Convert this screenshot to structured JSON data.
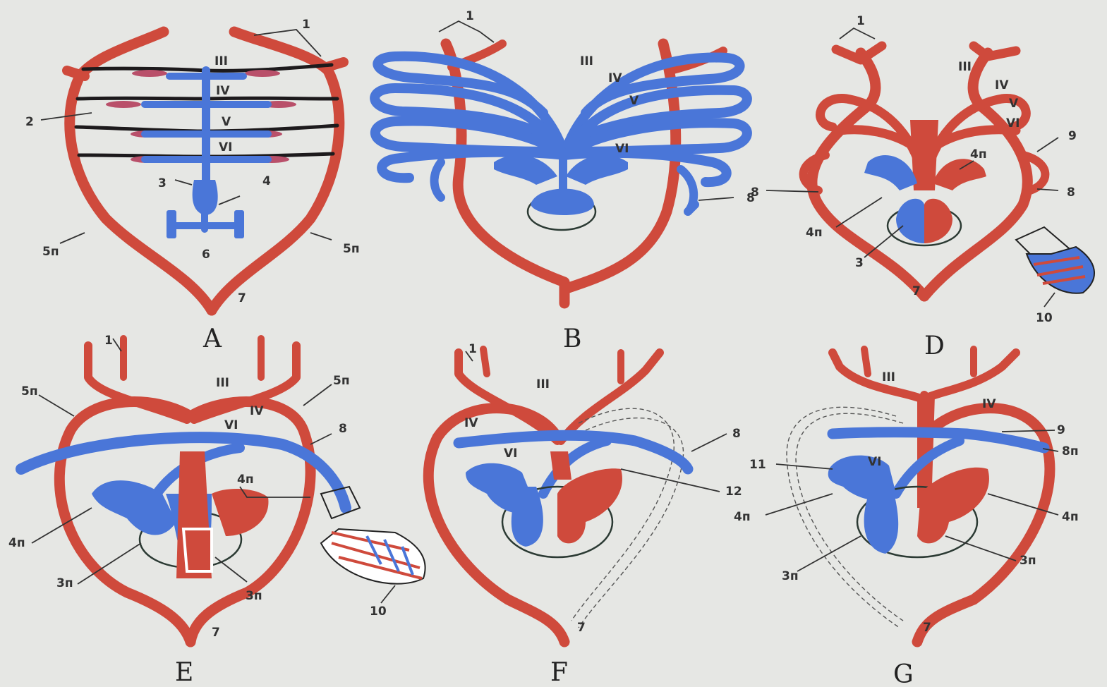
{
  "colors": {
    "arterial": "#cf4a3c",
    "venous": "#4a76d8",
    "dark_vessel": "#1d1a1c",
    "background": "#e6e7e4"
  },
  "panels": [
    {
      "caption": "A",
      "labels": {
        "l1": "1",
        "l2": "2",
        "l3": "3",
        "l4": "4",
        "l5a": "5п",
        "l5b": "5п",
        "l6": "6",
        "l7": "7",
        "r3": "III",
        "r4": "IV",
        "r5": "V",
        "r6": "VI"
      }
    },
    {
      "caption": "B",
      "labels": {
        "l1": "1",
        "l8": "8",
        "r3": "III",
        "r4": "IV",
        "r5": "V",
        "r6": "VI"
      }
    },
    {
      "caption": "D",
      "labels": {
        "l1": "1",
        "l3": "3",
        "l4a": "4п",
        "l4b": "4п",
        "l7": "7",
        "l8a": "8",
        "l8b": "8",
        "l9": "9",
        "l10": "10",
        "r3": "III",
        "r4": "IV",
        "r5": "V",
        "r6": "VI"
      }
    },
    {
      "caption": "E",
      "labels": {
        "l1": "1",
        "l3a": "3п",
        "l3b": "3п",
        "l4a": "4п",
        "l4b": "4п",
        "l5a": "5п",
        "l5b": "5п",
        "l7": "7",
        "l8": "8",
        "l10": "10",
        "r3": "III",
        "r4": "IV",
        "r6": "VI"
      }
    },
    {
      "caption": "F",
      "labels": {
        "l1": "1",
        "l7": "7",
        "l8": "8",
        "l12": "12",
        "r3": "III",
        "r4": "IV",
        "r6": "VI"
      }
    },
    {
      "caption": "G",
      "labels": {
        "l3a": "3п",
        "l3b": "3п",
        "l4a": "4п",
        "l4b": "4п",
        "l7": "7",
        "l8": "8п",
        "l9": "9",
        "l11": "11",
        "r3": "III",
        "r4": "IV",
        "r6": "VI"
      }
    }
  ]
}
